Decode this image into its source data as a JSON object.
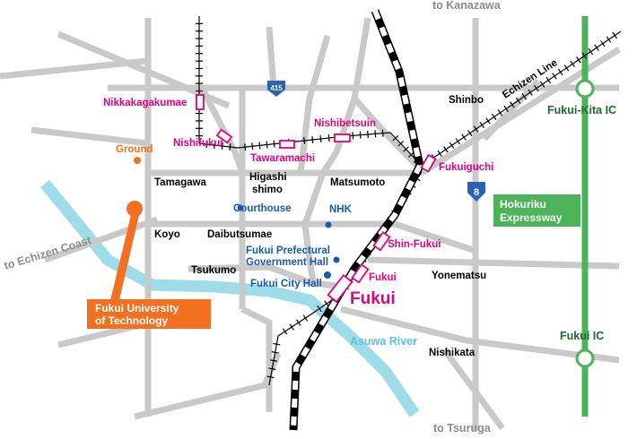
{
  "directions": {
    "north": "to Kanazawa",
    "south": "to Tsuruga",
    "west": "to Echizen Coast"
  },
  "stations": {
    "nikkakagakumae": "Nikkakagakumae",
    "nishifukui": "Nishifukui",
    "tawaramachi": "Tawaramachi",
    "nishibetsuin": "Nishibetsuin",
    "fukuiguchi": "Fukuiguchi",
    "shin_fukui": "Shin-Fukui",
    "fukui_small": "Fukui",
    "fukui_main": "Fukui"
  },
  "places": {
    "shinbo": "Shinbo",
    "tamagawa": "Tamagawa",
    "higashi_shimo_1": "Higashi",
    "higashi_shimo_2": "shimo",
    "matsumoto": "Matsumoto",
    "koyo": "Koyo",
    "daibutsumae": "Daibutsumae",
    "tsukumo": "Tsukumo",
    "yonematsu": "Yonematsu",
    "nishikata": "Nishikata"
  },
  "landmarks": {
    "ground": "Ground",
    "courthouse": "Courthouse",
    "nhk": "NHK",
    "pref_hall_1": "Fukui Prefectural",
    "pref_hall_2": "Government Hall",
    "city_hall": "Fukui City Hall"
  },
  "university": {
    "line1": "Fukui University",
    "line2": "of Technology"
  },
  "lines": {
    "echizen": "Echizen Line"
  },
  "river": "Asuwa River",
  "routes": {
    "r415": "415",
    "r8": "8"
  },
  "expressway": {
    "name_line1": "Hokuriku",
    "name_line2": "Expressway",
    "ic_north": "Fukui-Kita IC",
    "ic_south": "Fukui IC"
  },
  "colors": {
    "road": "#c9c9c9",
    "river": "#9fdcea",
    "expressway": "#4db35a",
    "station_text": "#e4007f",
    "landmark_text": "#1a5aaa",
    "university": "#f37021"
  }
}
